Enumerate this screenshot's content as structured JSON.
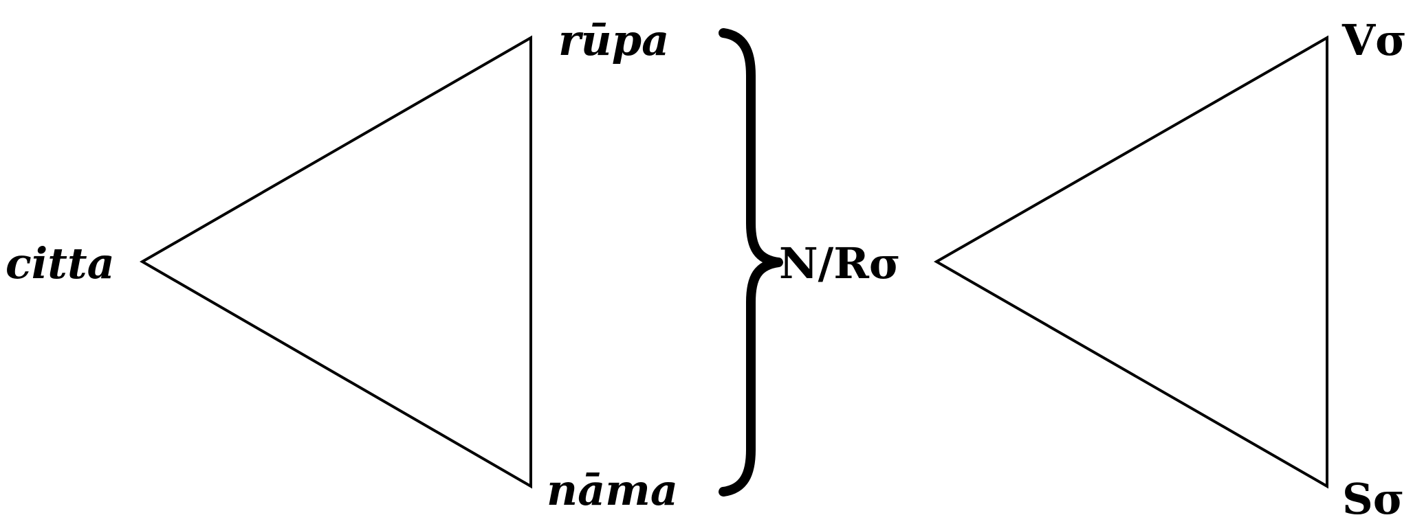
{
  "left_triangle": {
    "apex_label": "citta",
    "top_label": "rūpa",
    "bottom_label": "nāma"
  },
  "center_label": "N/Rσ",
  "right_triangle": {
    "top_label": "Vσ",
    "bottom_label": "Sσ"
  }
}
